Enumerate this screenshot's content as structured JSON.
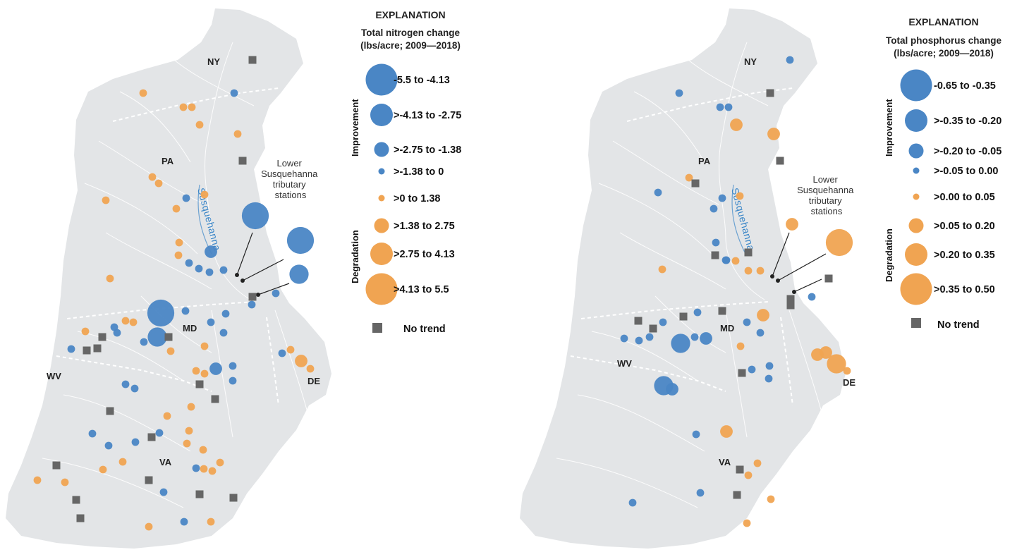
{
  "colors": {
    "improvement": "#4a86c5",
    "degradation": "#f0a452",
    "no_trend": "#666666",
    "land": "#e3e5e7",
    "river": "#ffffff"
  },
  "river_name": "Susquehanna",
  "callout_label": [
    "Lower",
    "Susquehanna",
    "tributary",
    "stations"
  ],
  "maps": [
    {
      "id": "nitrogen",
      "legend": {
        "heading": "EXPLANATION",
        "title_line1": "Total nitrogen change",
        "title_line2": "(lbs/acre; 2009—2018)",
        "improvement_label": "Improvement",
        "degradation_label": "Degradation",
        "no_trend_label": "No trend",
        "classes": [
          {
            "label": "-5.5 to -4.13",
            "kind": "improvement",
            "size": 4
          },
          {
            "label": ">-4.13 to -2.75",
            "kind": "improvement",
            "size": 3
          },
          {
            "label": ">-2.75 to -1.38",
            "kind": "improvement",
            "size": 2
          },
          {
            "label": ">-1.38 to 0",
            "kind": "improvement",
            "size": 1
          },
          {
            "label": ">0 to 1.38",
            "kind": "degradation",
            "size": 1
          },
          {
            "label": ">1.38 to 2.75",
            "kind": "degradation",
            "size": 2
          },
          {
            "label": ">2.75 to 4.13",
            "kind": "degradation",
            "size": 3
          },
          {
            "label": ">4.13 to 5.5",
            "kind": "degradation",
            "size": 4
          }
        ]
      },
      "states": [
        {
          "name": "NY"
        },
        {
          "name": "PA"
        },
        {
          "name": "MD"
        },
        {
          "name": "WV"
        },
        {
          "name": "DE"
        },
        {
          "name": "VA"
        }
      ]
    },
    {
      "id": "phosphorus",
      "legend": {
        "heading": "EXPLANATION",
        "title_line1": "Total phosphorus change",
        "title_line2": "(lbs/acre; 2009—2018)",
        "improvement_label": "Improvement",
        "degradation_label": "Degradation",
        "no_trend_label": "No trend",
        "classes": [
          {
            "label": "-0.65 to -0.35",
            "kind": "improvement",
            "size": 4
          },
          {
            "label": ">-0.35 to -0.20",
            "kind": "improvement",
            "size": 3
          },
          {
            "label": ">-0.20 to -0.05",
            "kind": "improvement",
            "size": 2
          },
          {
            "label": ">-0.05 to 0.00",
            "kind": "improvement",
            "size": 1
          },
          {
            "label": ">0.00 to 0.05",
            "kind": "degradation",
            "size": 1
          },
          {
            "label": ">0.05 to 0.20",
            "kind": "degradation",
            "size": 2
          },
          {
            "label": ">0.20 to 0.35",
            "kind": "degradation",
            "size": 3
          },
          {
            "label": ">0.35 to 0.50",
            "kind": "degradation",
            "size": 4
          }
        ]
      },
      "states": [
        {
          "name": "NY"
        },
        {
          "name": "PA"
        },
        {
          "name": "MD"
        },
        {
          "name": "WV"
        },
        {
          "name": "DE"
        },
        {
          "name": "VA"
        }
      ]
    }
  ]
}
